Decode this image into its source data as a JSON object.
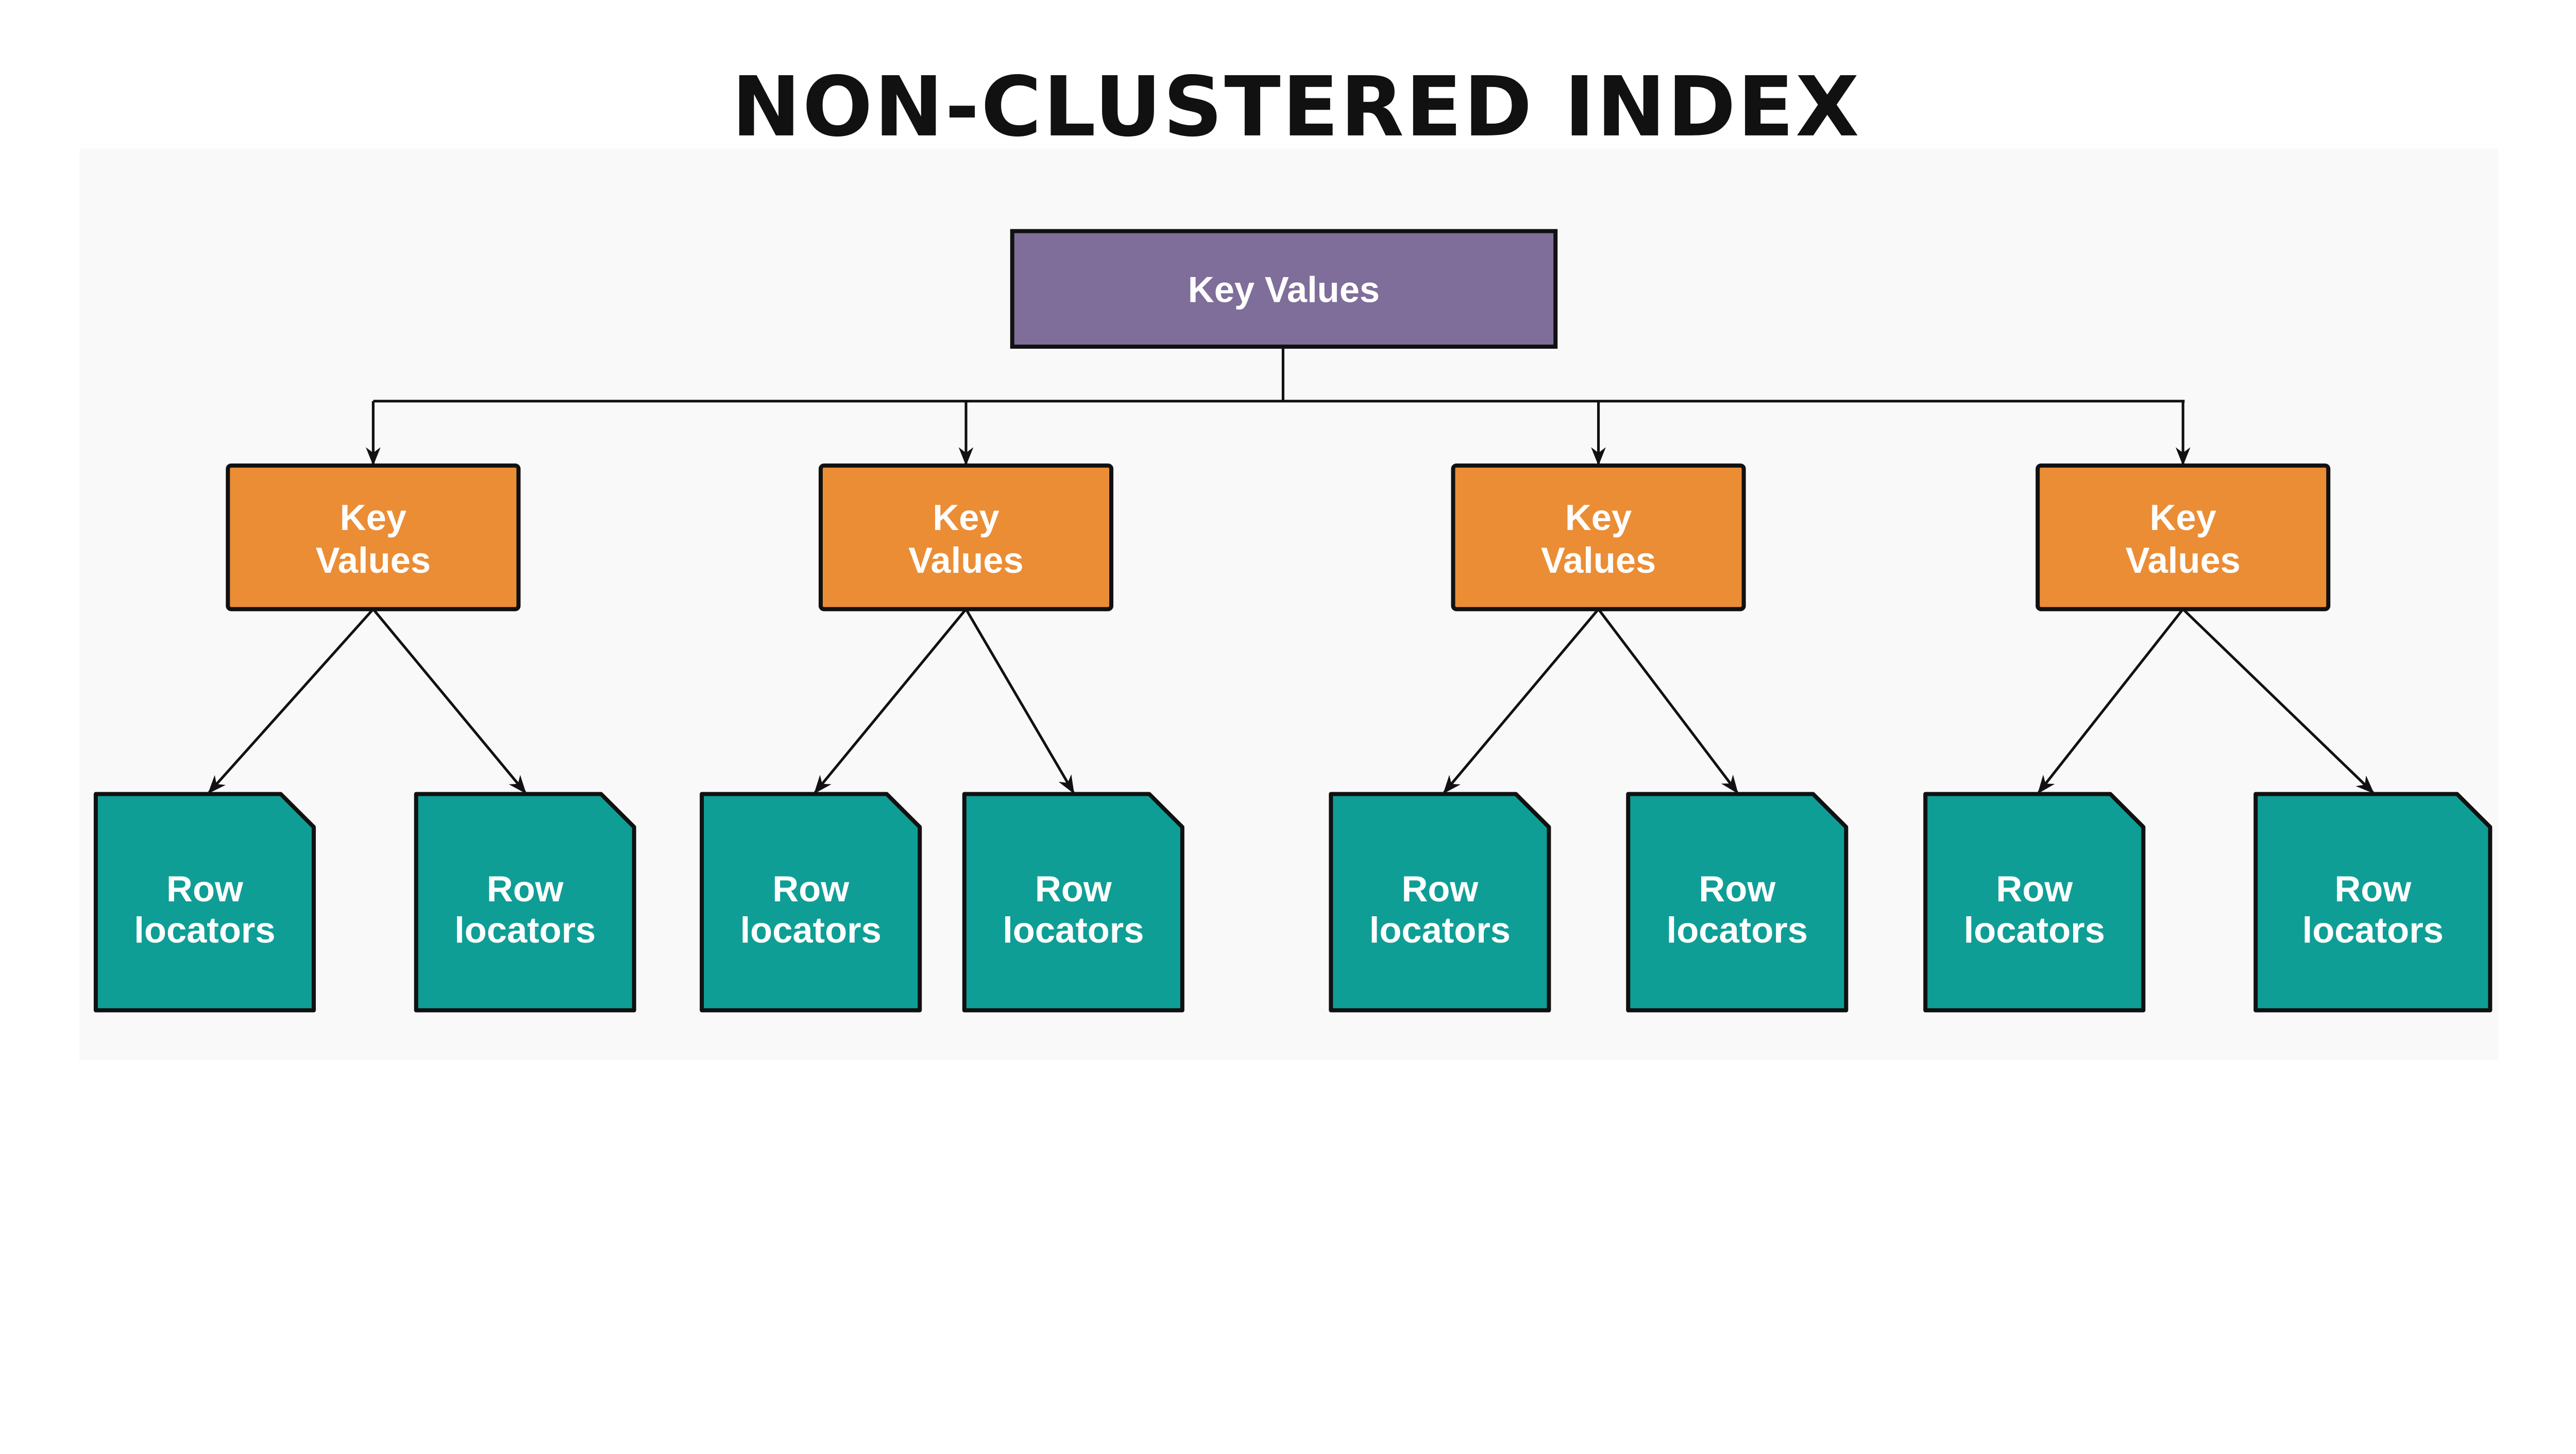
{
  "title": "NON-CLUSTERED INDEX",
  "colors": {
    "background_panel": "#f9f9f9",
    "root": "#7f6d9a",
    "key_values": "#eb8d35",
    "row_locators": "#0f9e96",
    "stroke": "#111111",
    "text": "#ffffff"
  },
  "root": {
    "label": "Key Values"
  },
  "branches": [
    {
      "label_line1": "Key",
      "label_line2": "Values",
      "leaves": [
        {
          "line1": "Row",
          "line2": "locators"
        },
        {
          "line1": "Row",
          "line2": "locators"
        }
      ]
    },
    {
      "label_line1": "Key",
      "label_line2": "Values",
      "leaves": [
        {
          "line1": "Row",
          "line2": "locators"
        },
        {
          "line1": "Row",
          "line2": "locators"
        }
      ]
    },
    {
      "label_line1": "Key",
      "label_line2": "Values",
      "leaves": [
        {
          "line1": "Row",
          "line2": "locators"
        },
        {
          "line1": "Row",
          "line2": "locators"
        }
      ]
    },
    {
      "label_line1": "Key",
      "label_line2": "Values",
      "leaves": [
        {
          "line1": "Row",
          "line2": "locators"
        },
        {
          "line1": "Row",
          "line2": "locators"
        }
      ]
    }
  ]
}
